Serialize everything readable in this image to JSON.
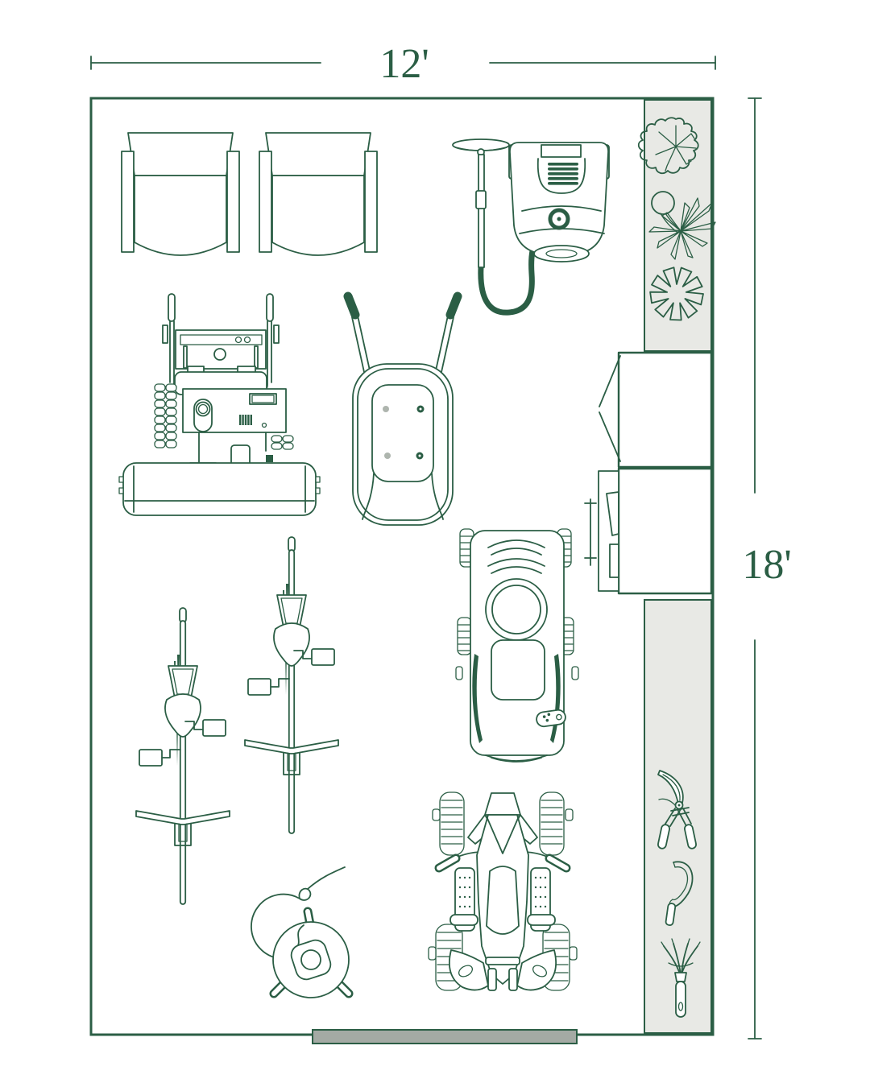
{
  "page": {
    "background_color": "#ffffff"
  },
  "floorplan": {
    "title": "garden-shed-storage-floor-plan",
    "width_label": "12'",
    "height_label": "18'",
    "room": {
      "width_feet": 12,
      "height_feet": 18
    },
    "colors": {
      "line_green": "#2b5e45",
      "shelf_fill": "#e8e9e5",
      "door_fill": "#a4aaa4",
      "hardware_gray": "#aeb5ae",
      "background": "#ffffff"
    },
    "equipment": [
      "armchair",
      "armchair",
      "garden-sprayer",
      "shelf-plant-shrub",
      "shelf-plant-spiky",
      "shelf-plant-pinwheel",
      "lawn-aerator",
      "wheelbarrow",
      "storage-cabinet-open-door",
      "storage-cabinet",
      "push-mower",
      "string-trimmer",
      "string-trimmer",
      "hose-reel",
      "atv-quad-bike",
      "pruning-shears",
      "sickle",
      "hand-cultivator",
      "door-threshold"
    ]
  }
}
